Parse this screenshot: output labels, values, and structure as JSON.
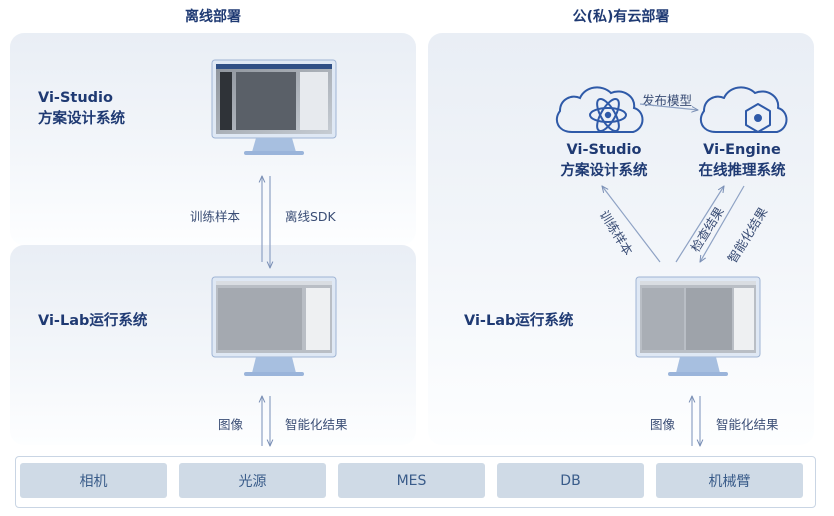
{
  "offline": {
    "title": "离线部署",
    "studio_name": "Vi-Studio",
    "studio_desc": "方案设计系统",
    "arrow_up_label": "训练样本",
    "arrow_down_label": "离线SDK",
    "lab_name": "Vi-Lab运行系统",
    "io_up_label": "图像",
    "io_down_label": "智能化结果"
  },
  "cloud": {
    "title": "公(私)有云部署",
    "studio_name": "Vi-Studio",
    "studio_desc": "方案设计系统",
    "publish_label": "发布模型",
    "engine_name": "Vi-Engine",
    "engine_desc": "在线推理系统",
    "train_label": "训练样本",
    "inspect_label": "检查结果",
    "smart_label": "智能化结果",
    "lab_name": "Vi-Lab运行系统",
    "io_up_label": "图像",
    "io_down_label": "智能化结果"
  },
  "devices": [
    "相机",
    "光源",
    "MES",
    "DB",
    "机械臂"
  ],
  "colors": {
    "primary": "#1f3a73",
    "accent": "#2f5aa8",
    "device_bg": "#cfdae6"
  },
  "icons": [
    "monitor-icon",
    "cloud-atom-icon",
    "cloud-hexagon-icon"
  ]
}
